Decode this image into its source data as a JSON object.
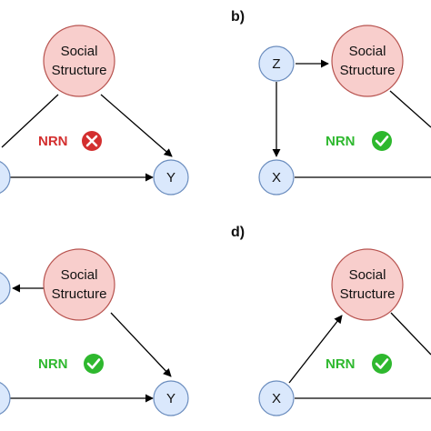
{
  "colors": {
    "social_fill": "#f8cecc",
    "social_stroke": "#b85450",
    "var_fill": "#dae8fc",
    "var_stroke": "#6c8ebf",
    "bad": "#d32f2f",
    "good": "#2eb82e"
  },
  "panels": [
    {
      "label": "",
      "social": [
        "Social",
        "Structure"
      ],
      "y_label": "Y",
      "nrn": "NRN",
      "status": "fail",
      "status_icon": "x-circle-icon"
    },
    {
      "label": "b)",
      "z_label": "Z",
      "social": [
        "Social",
        "Structure"
      ],
      "x_label": "X",
      "nrn": "NRN",
      "status": "pass",
      "status_icon": "check-circle-icon"
    },
    {
      "label": "",
      "social": [
        "Social",
        "Structure"
      ],
      "y_label": "Y",
      "nrn": "NRN",
      "status": "pass",
      "status_icon": "check-circle-icon"
    },
    {
      "label": "d)",
      "social": [
        "Social",
        "Structure"
      ],
      "x_label": "X",
      "nrn": "NRN",
      "status": "pass",
      "status_icon": "check-circle-icon"
    }
  ]
}
